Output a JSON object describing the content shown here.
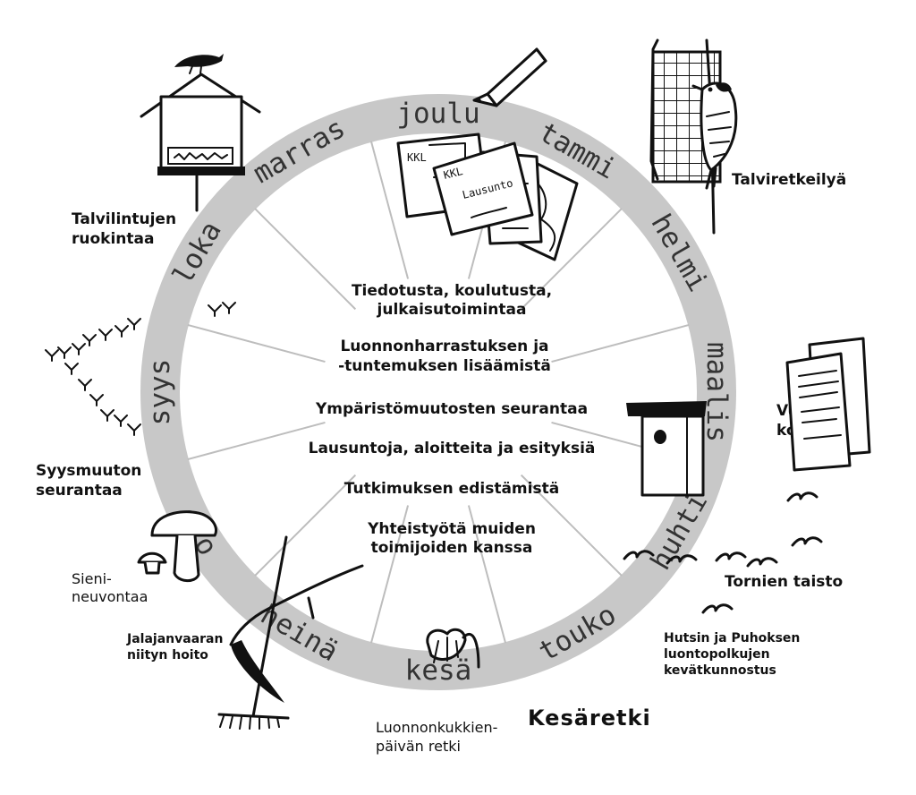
{
  "wheel": {
    "months": [
      "tammi",
      "helmi",
      "maalis",
      "huhti",
      "touko",
      "kesä",
      "heinä",
      "elo",
      "syys",
      "loka",
      "marras",
      "joulu"
    ]
  },
  "center": {
    "lines": [
      "Tiedotusta, koulutusta,",
      "julkaisutoimintaa",
      "Luonnonharrastuksen ja",
      "-tuntemuksen lisäämistä",
      "Ympäristömuutosten seurantaa",
      "Lausuntoja, aloitteita ja esityksiä",
      "Tutkimuksen edistämistä",
      "Yhteistyötä muiden",
      "toimijoiden kanssa"
    ]
  },
  "labels": {
    "talviretkeilya": "Talviretkeilyä",
    "talvilintujen_1": "Talvilintujen",
    "talvilintujen_2": "ruokintaa",
    "vuosikokous_1": "Vuosi-",
    "vuosikokous_2": "kokous",
    "syysmuuton_1": "Syysmuuton",
    "syysmuuton_2": "seurantaa",
    "sieni_1": "Sieni-",
    "sieni_2": "neuvontaa",
    "tornien_taisto": "Tornien taisto",
    "hutsin_1": "Hutsin ja Puhoksen",
    "hutsin_2": "luontopolkujen",
    "hutsin_3": "kevätkunnostus",
    "jalajan_1": "Jalajanvaaran",
    "jalajan_2": "niityn hoito",
    "luonnonkukkien_1": "Luonnonkukkien-",
    "luonnonkukkien_2": "päivän retki",
    "kesaretki": "Kesäretki",
    "doc_kkl_1": "KKL",
    "doc_kkl_2": "KKL",
    "doc_lausunto": "Lausunto"
  },
  "colors": {
    "ring": "#c8c8c8",
    "ink": "#111111",
    "spoke": "#bdbdbd"
  }
}
